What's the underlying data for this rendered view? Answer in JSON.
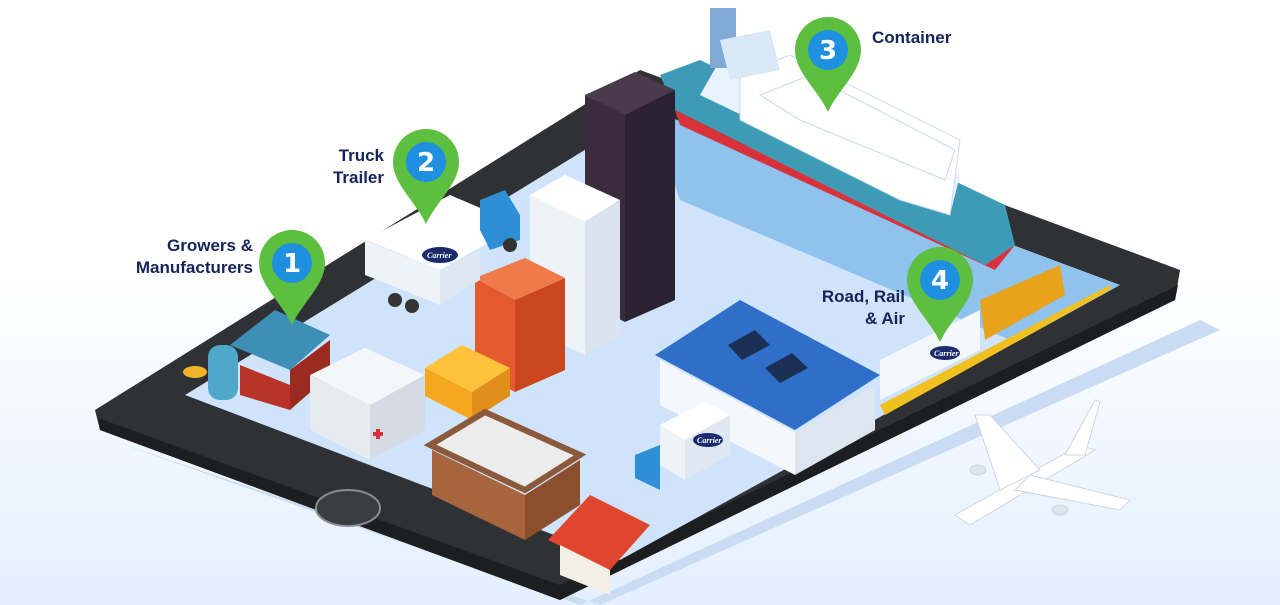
{
  "stages": [
    {
      "number": "1",
      "label_line1": "Growers &",
      "label_line2": "Manufacturers"
    },
    {
      "number": "2",
      "label_line1": "Truck",
      "label_line2": "Trailer"
    },
    {
      "number": "3",
      "label_line1": "Container",
      "label_line2": ""
    },
    {
      "number": "4",
      "label_line1": "Road, Rail",
      "label_line2": "& Air"
    }
  ],
  "logo_text": "Carrier",
  "colors": {
    "label_text": "#14245a",
    "pin_green": "#5cbf3f",
    "pin_blue": "#1f8fe0",
    "tablet_frame": "#333538",
    "screen": "#cfe3fb"
  }
}
